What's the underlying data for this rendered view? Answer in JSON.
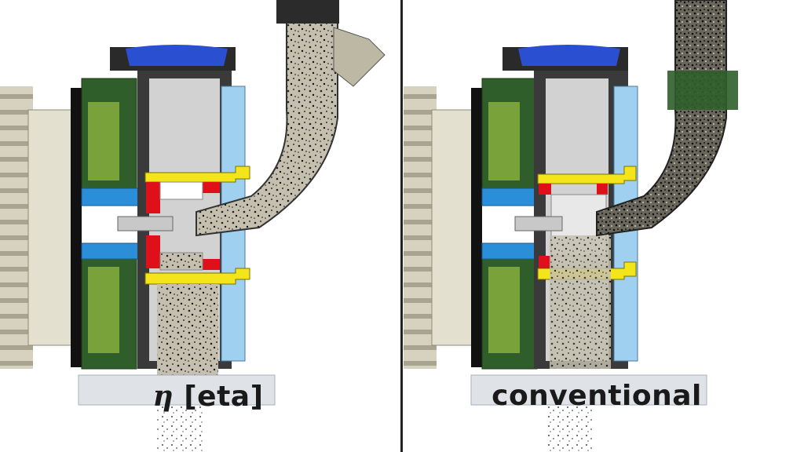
{
  "panels": {
    "left": {
      "label": "η [eta]",
      "label_symbol": "η",
      "label_text": "[eta]"
    },
    "right": {
      "label": "conventional"
    }
  },
  "colors": {
    "background": "#ffffff",
    "divider": "#222222",
    "blue_cap": "#2a4fd0",
    "dark_green": "#2f5e2a",
    "light_green": "#7aa23a",
    "blue_part": "#2a8fd8",
    "light_blue": "#9fd0ef",
    "yellow": "#f3e51a",
    "red": "#e0101a",
    "steel": "#cfcfcf",
    "gear": "#d8d5c4",
    "hose": "#5c5c52",
    "powder": "#bdb8a4"
  }
}
